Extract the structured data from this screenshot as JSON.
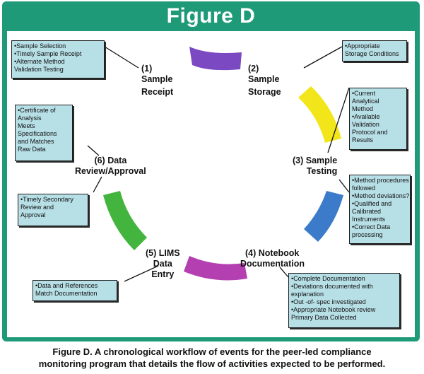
{
  "figure_title": "Figure D",
  "stages": [
    {
      "number": "(1)",
      "lines": [
        "Sample",
        "Receipt"
      ],
      "color": "#7b49c2"
    },
    {
      "number": "(2)",
      "lines": [
        "Sample",
        "Storage"
      ],
      "color": "#f2e61a"
    },
    {
      "number": "(3) Sample",
      "lines": [
        "Testing"
      ],
      "color": "#3b7bc9"
    },
    {
      "number": "(4) Notebook",
      "lines": [
        "Documentation"
      ],
      "color": "#b43fb1"
    },
    {
      "number": "(5) LIMS",
      "lines": [
        "Data",
        "Entry"
      ],
      "color": "#43b53e"
    },
    {
      "number": "(6) Data",
      "lines": [
        "Review/Approval"
      ],
      "color": "#43b53e"
    }
  ],
  "notes": {
    "receipt": [
      "•Sample Selection",
      "•Timely Sample Receipt",
      "•Alternate  Method",
      "Validation  Testing"
    ],
    "storage": [
      "•Appropriate",
      "Storage Conditions"
    ],
    "testing_top": [
      "•Current",
      "Analytical",
      "Method",
      "•Available",
      "Validation",
      "Protocol and",
      "Results"
    ],
    "testing_bottom": [
      "•Method procedures",
      "followed",
      "•Method deviations?",
      "•Qualified and",
      "Calibrated",
      "Instruments",
      "•Correct Data",
      "processing"
    ],
    "notebook": [
      "•Complete Documentation",
      "•Deviations documented  with",
      "explanation",
      "•Out -of-  spec investigated",
      "•Appropriate Notebook review",
      "Primary Data Collected"
    ],
    "lims": [
      "•Data and References",
      "Match Documentation"
    ],
    "review_top": [
      "•Certificate of",
      "Analysis",
      "Meets",
      "Specifications",
      "and Matches",
      "Raw Data"
    ],
    "review_bottom": [
      "•Timely Secondary",
      "Review and",
      "Approval"
    ]
  },
  "caption": [
    "Figure D.  A chronological workflow of events for the peer-led compliance",
    "monitoring program that details the flow of activities expected to be performed."
  ]
}
